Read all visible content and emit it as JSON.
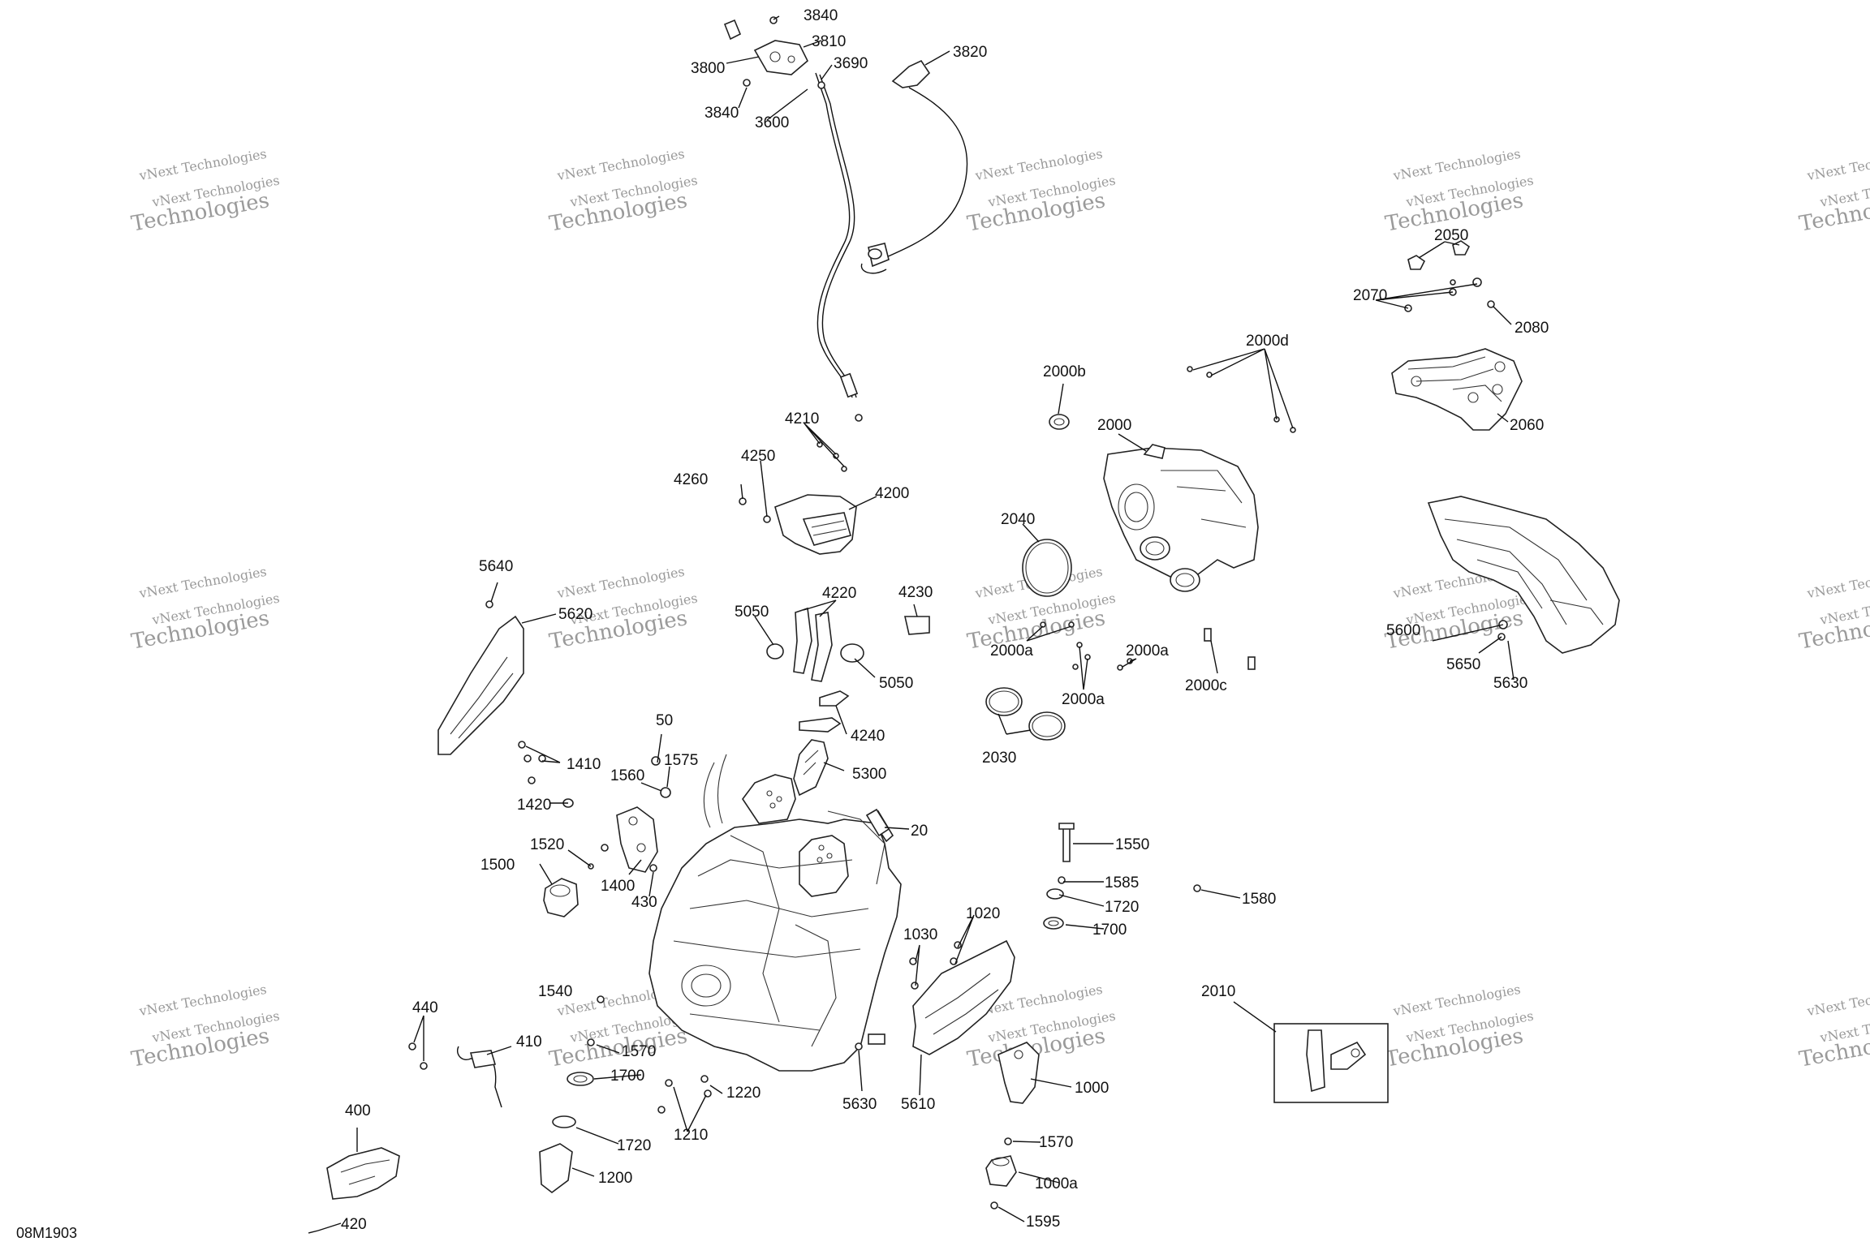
{
  "drawing_code": "08M1903",
  "watermark": {
    "line1": "vNext Technologies",
    "line2": "vNext Technologies",
    "line3": "Technologies"
  },
  "parts": [
    {
      "id": "p3840a",
      "label": "3840"
    },
    {
      "id": "p3810",
      "label": "3810"
    },
    {
      "id": "p3800",
      "label": "3800"
    },
    {
      "id": "p3690",
      "label": "3690"
    },
    {
      "id": "p3840b",
      "label": "3840"
    },
    {
      "id": "p3600",
      "label": "3600"
    },
    {
      "id": "p3820",
      "label": "3820"
    },
    {
      "id": "p2050",
      "label": "2050"
    },
    {
      "id": "p2070",
      "label": "2070"
    },
    {
      "id": "p2080",
      "label": "2080"
    },
    {
      "id": "p2000d",
      "label": "2000d"
    },
    {
      "id": "p2000b",
      "label": "2000b"
    },
    {
      "id": "p2000",
      "label": "2000"
    },
    {
      "id": "p2060",
      "label": "2060"
    },
    {
      "id": "p4210",
      "label": "4210"
    },
    {
      "id": "p4250",
      "label": "4250"
    },
    {
      "id": "p4260",
      "label": "4260"
    },
    {
      "id": "p4200",
      "label": "4200"
    },
    {
      "id": "p2040",
      "label": "2040"
    },
    {
      "id": "p5640",
      "label": "5640"
    },
    {
      "id": "p5620",
      "label": "5620"
    },
    {
      "id": "p5050a",
      "label": "5050"
    },
    {
      "id": "p4220",
      "label": "4220"
    },
    {
      "id": "p4230",
      "label": "4230"
    },
    {
      "id": "p5050b",
      "label": "5050"
    },
    {
      "id": "p4240",
      "label": "4240"
    },
    {
      "id": "p2000a1",
      "label": "2000a"
    },
    {
      "id": "p2000a2",
      "label": "2000a"
    },
    {
      "id": "p2000a3",
      "label": "2000a"
    },
    {
      "id": "p2000c",
      "label": "2000c"
    },
    {
      "id": "p5600",
      "label": "5600"
    },
    {
      "id": "p5650",
      "label": "5650"
    },
    {
      "id": "p5630a",
      "label": "5630"
    },
    {
      "id": "p2030",
      "label": "2030"
    },
    {
      "id": "p50",
      "label": "50"
    },
    {
      "id": "p1575",
      "label": "1575"
    },
    {
      "id": "p1410",
      "label": "1410"
    },
    {
      "id": "p1560",
      "label": "1560"
    },
    {
      "id": "p5300",
      "label": "5300"
    },
    {
      "id": "p1420",
      "label": "1420"
    },
    {
      "id": "p20",
      "label": "20"
    },
    {
      "id": "p1520",
      "label": "1520"
    },
    {
      "id": "p1500",
      "label": "1500"
    },
    {
      "id": "p1400",
      "label": "1400"
    },
    {
      "id": "p430",
      "label": "430"
    },
    {
      "id": "p1550",
      "label": "1550"
    },
    {
      "id": "p1585",
      "label": "1585"
    },
    {
      "id": "p1720a",
      "label": "1720"
    },
    {
      "id": "p1580",
      "label": "1580"
    },
    {
      "id": "p1020",
      "label": "1020"
    },
    {
      "id": "p1030",
      "label": "1030"
    },
    {
      "id": "p1700a",
      "label": "1700"
    },
    {
      "id": "p2010",
      "label": "2010"
    },
    {
      "id": "p440",
      "label": "440"
    },
    {
      "id": "p1540",
      "label": "1540"
    },
    {
      "id": "p410",
      "label": "410"
    },
    {
      "id": "p1570a",
      "label": "1570"
    },
    {
      "id": "p1700b",
      "label": "1700"
    },
    {
      "id": "p1220",
      "label": "1220"
    },
    {
      "id": "p5630b",
      "label": "5630"
    },
    {
      "id": "p5610",
      "label": "5610"
    },
    {
      "id": "p1000",
      "label": "1000"
    },
    {
      "id": "p400",
      "label": "400"
    },
    {
      "id": "p1210",
      "label": "1210"
    },
    {
      "id": "p1720b",
      "label": "1720"
    },
    {
      "id": "p1200",
      "label": "1200"
    },
    {
      "id": "p1570b",
      "label": "1570"
    },
    {
      "id": "p1000a",
      "label": "1000a"
    },
    {
      "id": "p420",
      "label": "420"
    },
    {
      "id": "p1595",
      "label": "1595"
    }
  ]
}
